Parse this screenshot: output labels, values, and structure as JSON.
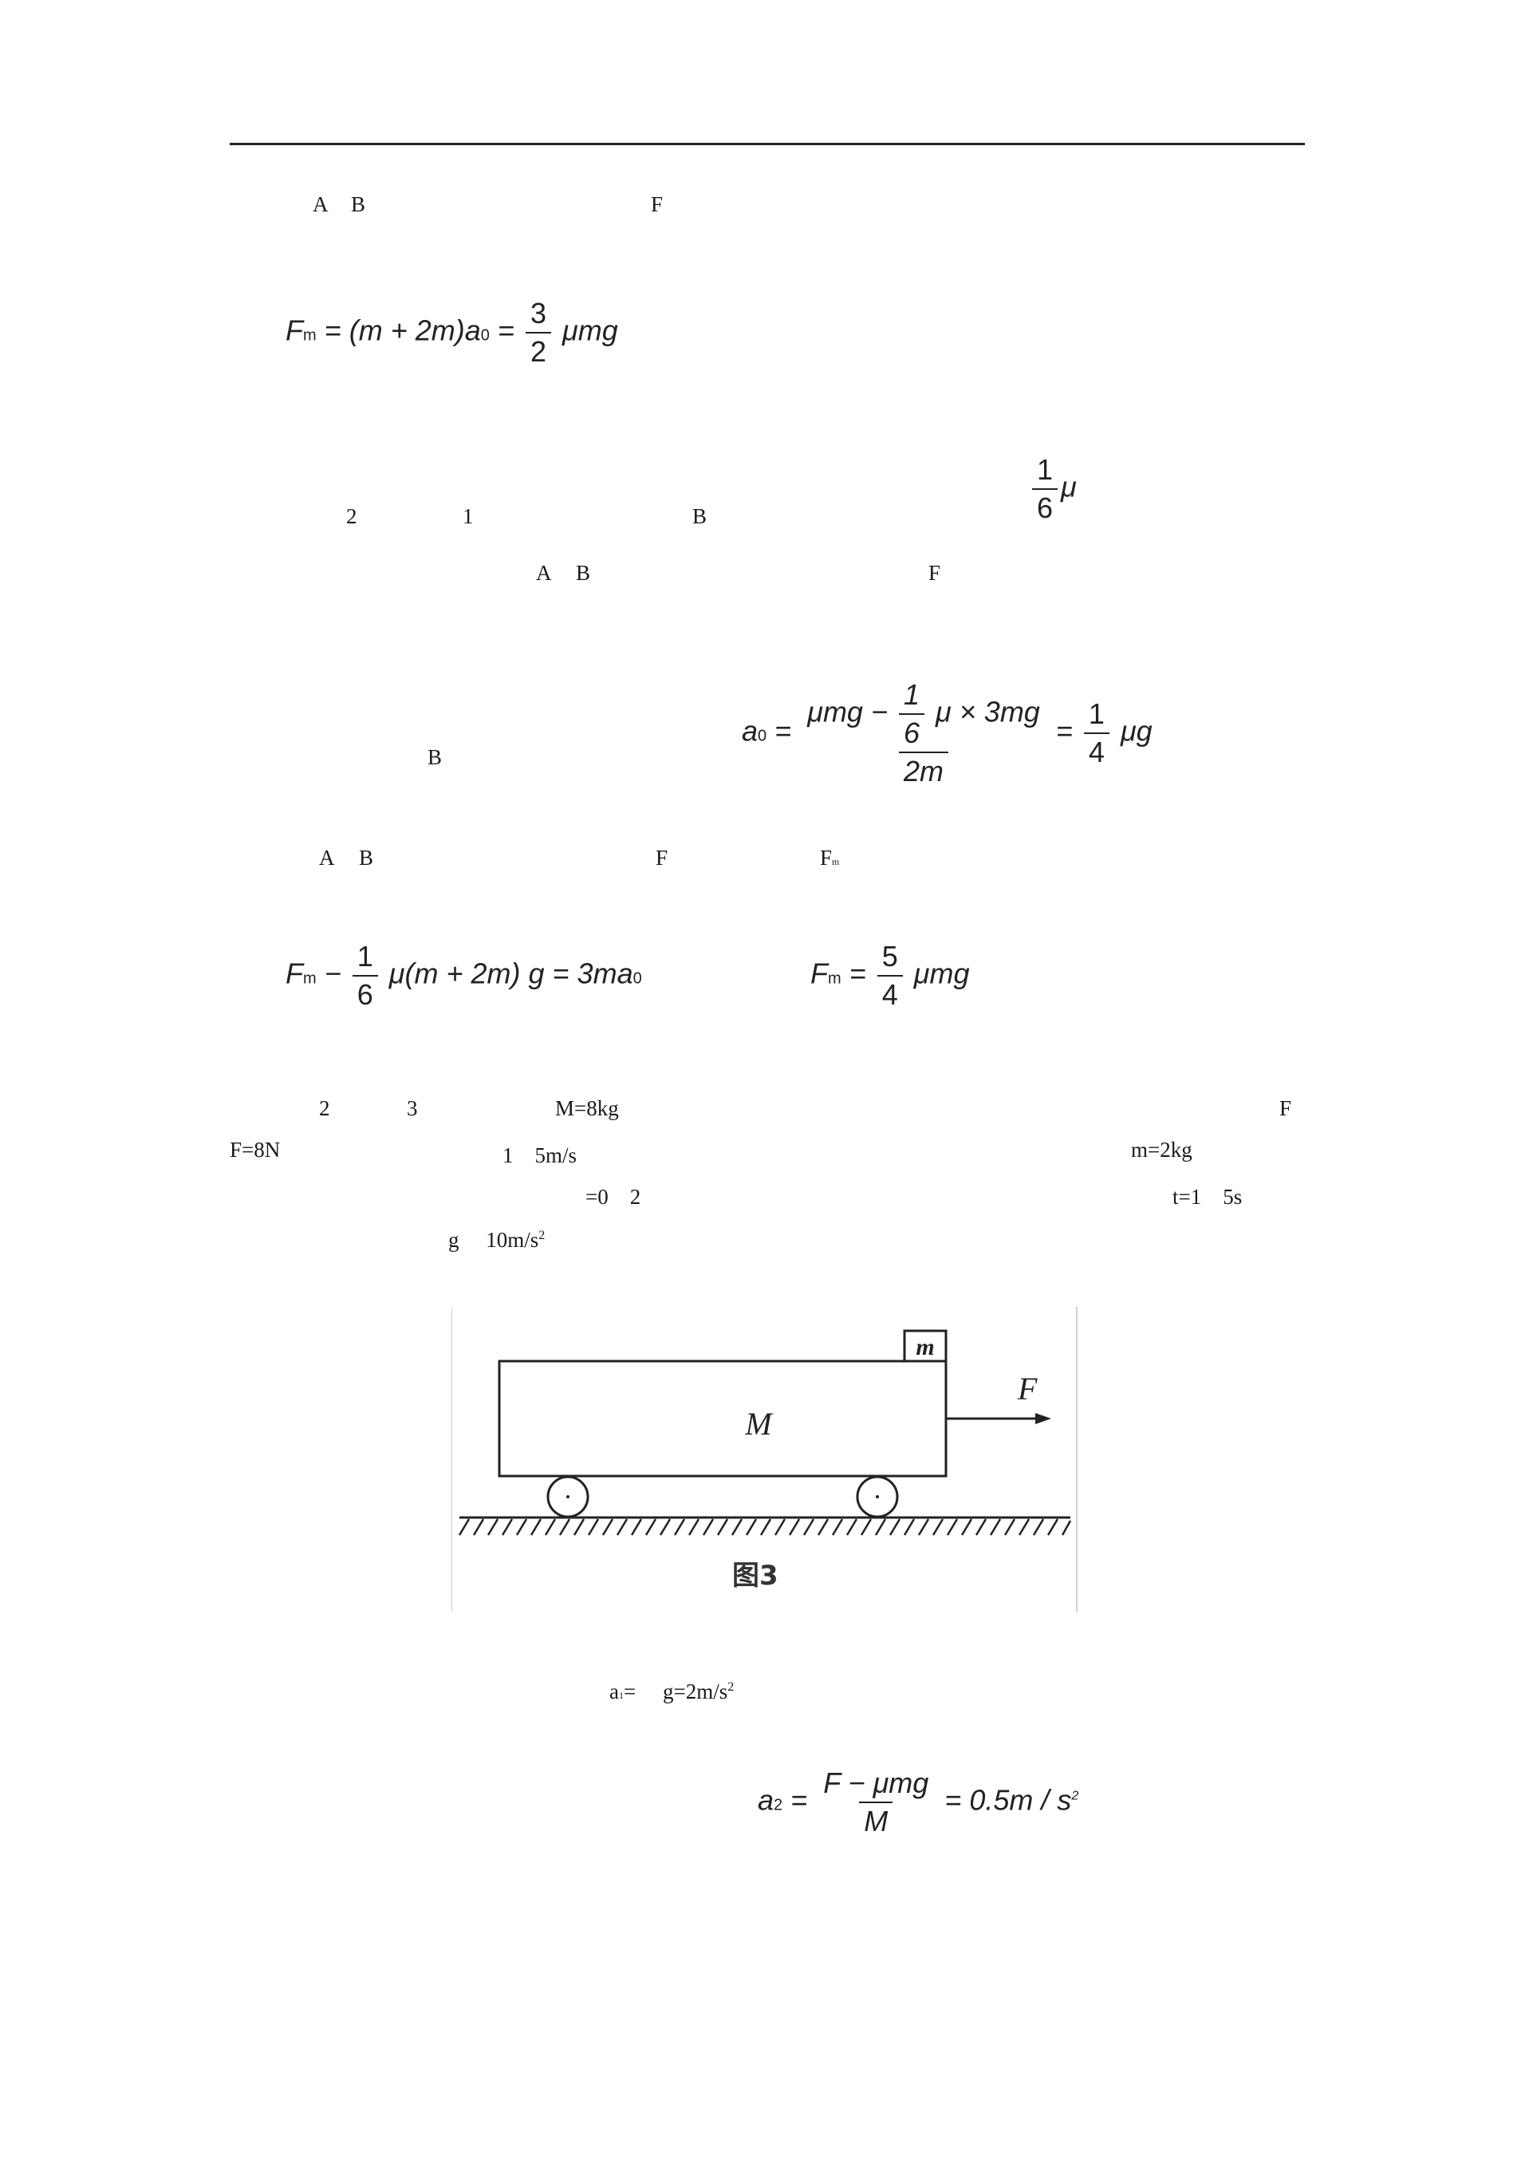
{
  "text": {
    "p1_A": "A",
    "p1_B": "B",
    "p1_F": "F",
    "p2_2": "2",
    "p2_1": "1",
    "p2_B": "B",
    "p3_A": "A",
    "p3_B": "B",
    "p3_F": "F",
    "p4_B": "B",
    "p5_A": "A",
    "p5_B": "B",
    "p5_F": "F",
    "p5_Fm": "F",
    "p5_Fm_sub": "m",
    "q_2": "2",
    "q_3": "3",
    "q_M": "M=8kg",
    "q_F": "F",
    "q_F8N": "F=8N",
    "q_15": "1　5m/s",
    "q_m2": "m=2kg",
    "q_eq0": "=0　2",
    "q_t": "t=1　5s",
    "q_g": "g　 10m/s",
    "q_g_sup": "2",
    "a1_label": "a",
    "a1_sub": "1",
    "a1_rest": "=　 g=2m/s",
    "a1_sup": "2"
  },
  "equations": {
    "eq1_lhs": "F",
    "eq1_lhs_sub": "m",
    "eq1_mid": "= (m + 2m)a",
    "eq1_mid_sub": "0",
    "eq1_eq": "=",
    "eq1_num": "3",
    "eq1_den": "2",
    "eq1_tail": "μmg",
    "eq2_num": "1",
    "eq2_den": "6",
    "eq2_tail": "μ",
    "eq3_lhs": "a",
    "eq3_lhs_sub": "0",
    "eq3_eq": "=",
    "eq3_num_a": "μmg −",
    "eq3_num_fn": "1",
    "eq3_num_fd": "6",
    "eq3_num_b": "μ × 3mg",
    "eq3_den": "2m",
    "eq3_eq2": "=",
    "eq3_rn": "1",
    "eq3_rd": "4",
    "eq3_tail": "μg",
    "eq4_lhs": "F",
    "eq4_lhs_sub": "m",
    "eq4_minus": "−",
    "eq4_num": "1",
    "eq4_den": "6",
    "eq4_tail": "μ(m + 2m) g = 3ma",
    "eq4_tail_sub": "0",
    "eq5_lhs": "F",
    "eq5_lhs_sub": "m",
    "eq5_eq": "=",
    "eq5_num": "5",
    "eq5_den": "4",
    "eq5_tail": "μmg",
    "eq6_lhs": "a",
    "eq6_lhs_sub": "2",
    "eq6_eq": "=",
    "eq6_num": "F − μmg",
    "eq6_den": "M",
    "eq6_tail": "= 0.5m / s",
    "eq6_sup": "2"
  },
  "figure": {
    "block_label": "m",
    "cart_label": "M",
    "force_label": "F",
    "caption": "图3"
  }
}
